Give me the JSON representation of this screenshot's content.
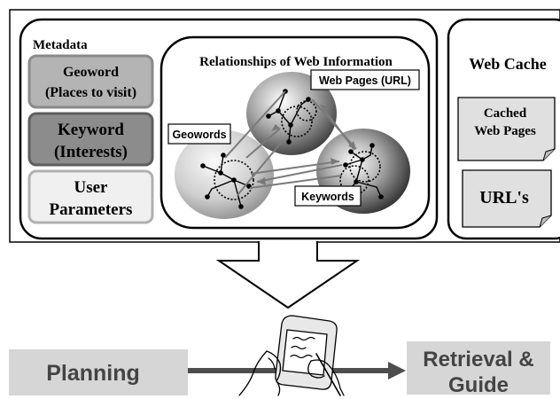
{
  "metadata_panel": {
    "title": "Metadata",
    "geoword": {
      "line1": "Geoword",
      "line2": "(Places to visit)"
    },
    "keyword": {
      "line1": "Keyword",
      "line2": "(Interests)"
    },
    "user_parameters": {
      "line1": "User",
      "line2": "Parameters"
    }
  },
  "relationships": {
    "title": "Relationships of Web Information",
    "web_pages_label": "Web Pages (URL)",
    "geowords_label": "Geowords",
    "keywords_label": "Keywords"
  },
  "web_cache": {
    "title": "Web Cache",
    "cached_pages": {
      "line1": "Cached",
      "line2": "Web Pages"
    },
    "urls": "URL's"
  },
  "bottom": {
    "planning": "Planning",
    "retrieval": {
      "line1": "Retrieval &",
      "line2": "Guide"
    }
  },
  "colors": {
    "geoword_box": "#b4b4b4",
    "keyword_box": "#8c8c8c",
    "user_box": "#f0f0f0",
    "bottom_box": "#d6d6d6",
    "bottom_text": "#444444",
    "arrow": "#4d4d4d"
  }
}
